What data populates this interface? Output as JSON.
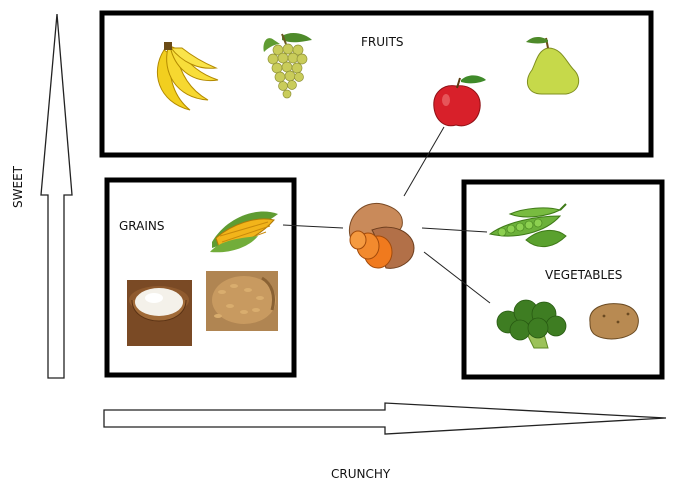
{
  "axes": {
    "vertical_label": "SWEET",
    "horizontal_label": "CRUNCHY"
  },
  "groups": {
    "fruits": {
      "label": "FRUITS",
      "items": [
        "banana-icon",
        "grapes-icon",
        "apple-icon",
        "pear-icon"
      ]
    },
    "grains": {
      "label": "GRAINS",
      "items": [
        "corn-icon",
        "rice-icon",
        "wheat-icon"
      ]
    },
    "vegetables": {
      "label": "VEGETABLES",
      "items": [
        "peas-icon",
        "broccoli-icon",
        "potato-icon"
      ]
    }
  },
  "center": {
    "item": "sweet-potato-icon"
  }
}
